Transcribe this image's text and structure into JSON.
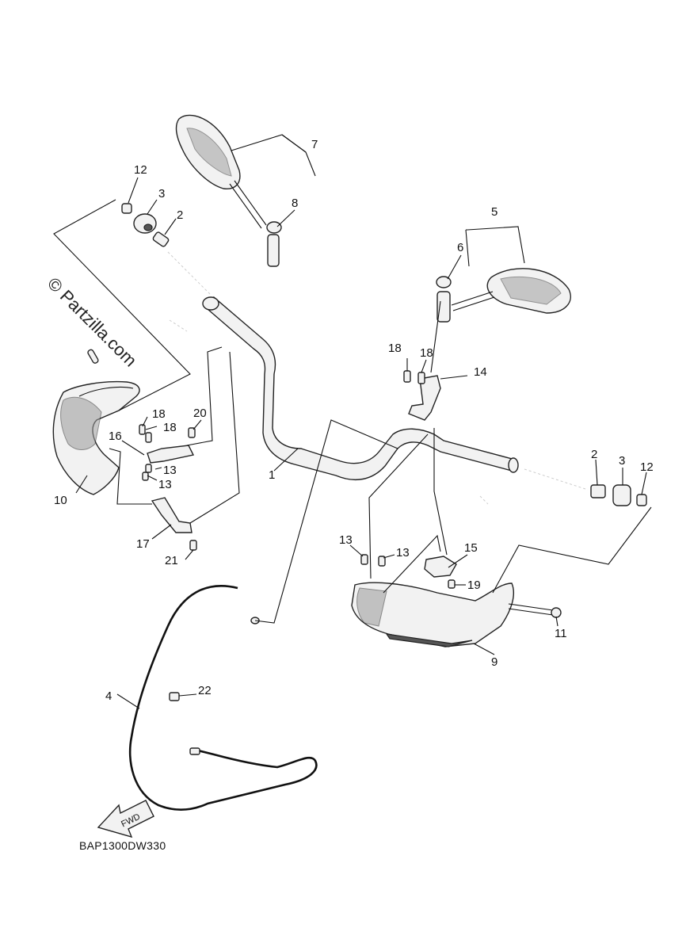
{
  "watermark": "© Partzilla.com",
  "diagram_code": "BAP1300DW330",
  "fwd_arrow_label": "FWD",
  "callouts": {
    "c1": "1",
    "c2_left": "2",
    "c2_right": "2",
    "c3_left": "3",
    "c3_right": "3",
    "c4": "4",
    "c5": "5",
    "c6": "6",
    "c7": "7",
    "c8": "8",
    "c9": "9",
    "c10": "10",
    "c11": "11",
    "c12_left": "12",
    "c12_right": "12",
    "c13_a": "13",
    "c13_b": "13",
    "c13_c": "13",
    "c13_d": "13",
    "c14": "14",
    "c15": "15",
    "c16": "16",
    "c17": "17",
    "c18_a": "18",
    "c18_b": "18",
    "c18_c": "18",
    "c18_d": "18",
    "c19": "19",
    "c20": "20",
    "c21": "21",
    "c22": "22"
  }
}
